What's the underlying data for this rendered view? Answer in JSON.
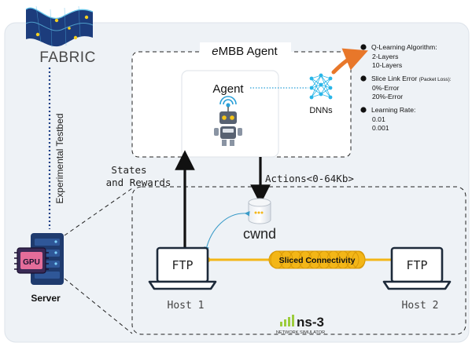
{
  "brand": {
    "fabric": "FABRIC",
    "ns3": "ns-3",
    "ns3_sub": "NETWORK SIMULATOR"
  },
  "testbed_label": "Experimental Testbed",
  "server": {
    "gpu": "GPU",
    "label": "Server"
  },
  "agent_box": {
    "title_prefix": "e",
    "title_rest": "MBB Agent",
    "agent_label": "Agent",
    "dnn_label": "DNNs"
  },
  "params": [
    {
      "head": "Q-Learning Algorithm:",
      "head_small": "",
      "values": [
        "2-Layers",
        "10-Layers"
      ]
    },
    {
      "head": "Slice Link Error ",
      "head_small": "(Packet Loss):",
      "values": [
        "0%-Error",
        "20%-Error"
      ]
    },
    {
      "head": "Learning Rate:",
      "head_small": "",
      "values": [
        "0.01",
        "0.001"
      ]
    }
  ],
  "states_label": [
    "States",
    "and Rewards"
  ],
  "actions_label": "Actions<0-64Kb>",
  "cwnd_label": "cwnd",
  "host1": {
    "app": "FTP",
    "name": "Host 1"
  },
  "host2": {
    "app": "FTP",
    "name": "Host 2"
  },
  "link_label": "Sliced Connectivity",
  "colors": {
    "orange": "#e8772a",
    "yellow": "#f3b617",
    "panel": "#eef2f6",
    "blue": "#0f2f6b",
    "cyan": "#2fa8d8"
  }
}
